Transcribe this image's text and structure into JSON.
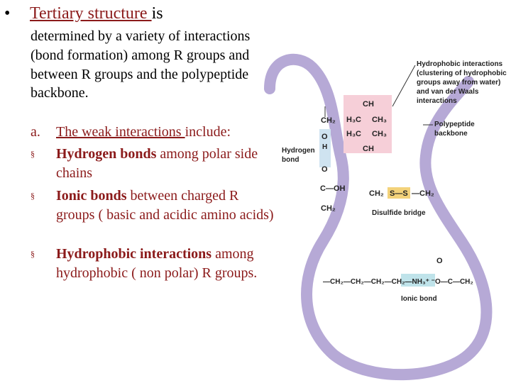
{
  "title": {
    "bullet": "•",
    "heading": "Tertiary structure ",
    "rest": "is"
  },
  "paragraph": "determined by a variety of interactions (bond formation) among R groups and between R groups and the polypeptide backbone.",
  "subpoint": {
    "marker": "a.",
    "underlined": "The weak interactions ",
    "rest": "include:"
  },
  "items": [
    {
      "marker": "§",
      "bold": "Hydrogen bonds",
      "rest": " among polar side chains"
    },
    {
      "marker": "§",
      "bold": "Ionic bonds",
      "rest": "  between charged R groups ( basic and acidic amino acids)"
    },
    {
      "marker": "§",
      "bold": "Hydrophobic interactions",
      "rest": " among hydrophobic ( non polar) R groups."
    }
  ],
  "diagram": {
    "hydrophobic_label": [
      "Hydrophobic interactions",
      "(clustering of hydrophobic",
      "groups away from water)",
      "and van der Waals",
      "interactions"
    ],
    "backbone_label": [
      "Polypeptide",
      "backbone"
    ],
    "hbond_label": [
      "Hydrogen",
      "bond"
    ],
    "disulfide_label": "Disulfide bridge",
    "ionic_label": "Ionic bond",
    "colors": {
      "backbone": "#b6a9d6",
      "hydrophobic_box": "#f6cfd8",
      "disulfide_box": "#f3d27a",
      "ionic_box": "#bfe3ea",
      "hbond_box": "#cfe3f0"
    }
  }
}
